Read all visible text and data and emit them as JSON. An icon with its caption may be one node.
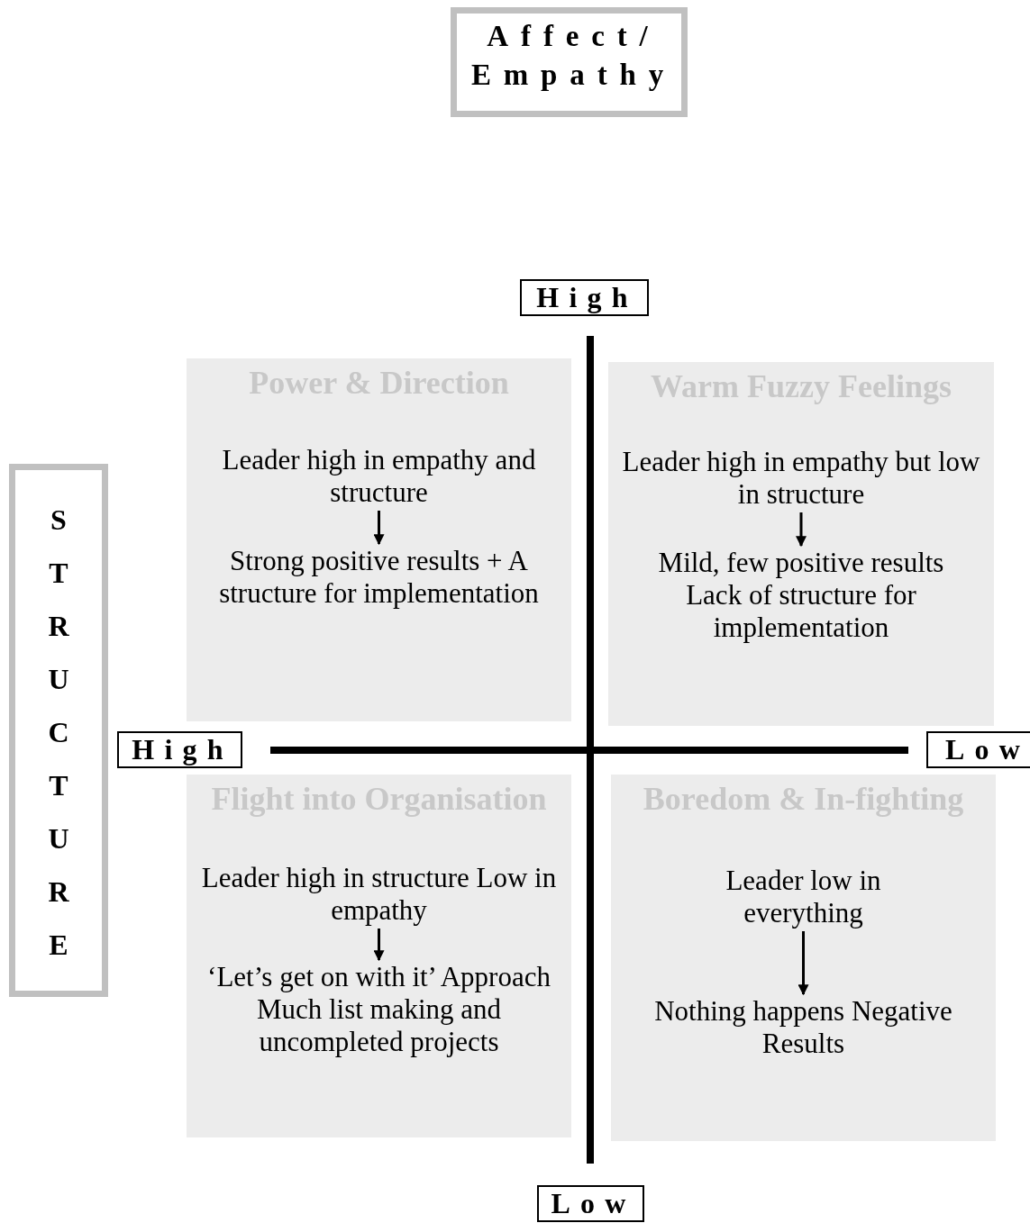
{
  "diagram": {
    "nodes": [
      {
        "text": [
          "Affect/ Empathy"
        ]
      },
      {
        "text": [
          "High"
        ]
      },
      {
        "text": [
          "STRUCTURE"
        ]
      },
      {
        "text": [
          "High"
        ]
      },
      {
        "text": [
          "Low"
        ]
      },
      {
        "text": [
          "Low"
        ]
      },
      {
        "text": [
          "Power & Direction"
        ]
      },
      {
        "text": [
          "Leader high in empathy and structure"
        ],
        "in": 6
      },
      {
        "text": [
          "Strong positive results + A structure for implementation"
        ],
        "in": 6
      },
      {
        "text": [
          "Warm Fuzzy Feelings"
        ]
      },
      {
        "text": [
          "Leader high in empathy but low in structure"
        ],
        "in": 9
      },
      {
        "text": [
          "Mild, few positive results Lack of structure for implementation"
        ],
        "in": 9
      },
      {
        "text": [
          "Flight into Organisation"
        ]
      },
      {
        "text": [
          "Leader high in structure Low in empathy"
        ],
        "in": 12
      },
      {
        "text": [
          "‘Let’s get on with it’ Approach Much list making and uncompleted projects"
        ],
        "in": 12
      },
      {
        "text": [
          "Boredom & In-fighting"
        ]
      },
      {
        "text": [
          "Leader low in everything"
        ],
        "in": 15
      },
      {
        "text": [
          "Nothing happens Negative Results"
        ],
        "in": 15
      }
    ],
    "edges": [
      {
        "from": 7,
        "to": 8,
        "arrow": "to"
      },
      {
        "from": 10,
        "to": 11,
        "arrow": "to"
      },
      {
        "from": 13,
        "to": 14,
        "arrow": "to"
      },
      {
        "from": 16,
        "to": 17,
        "arrow": "to"
      }
    ]
  }
}
